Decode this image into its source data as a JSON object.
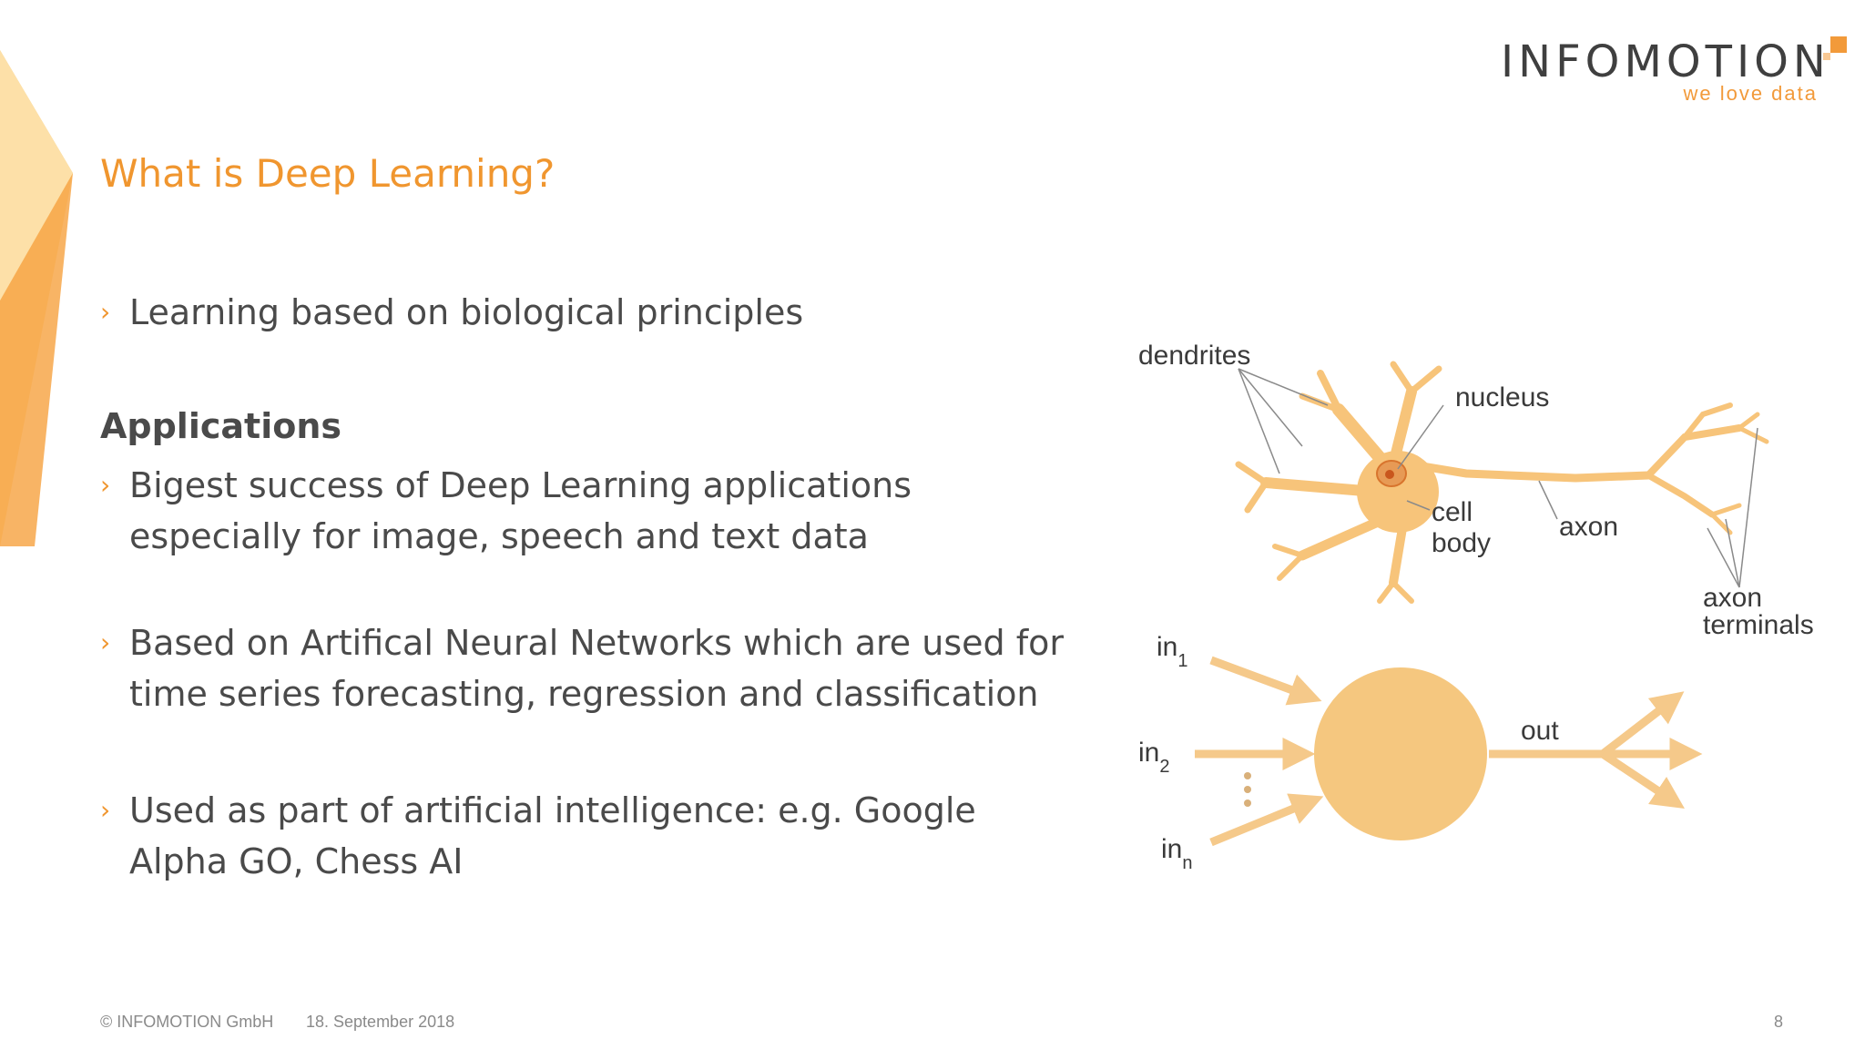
{
  "logo": {
    "name": "INFOMOTION",
    "tagline": "we love data"
  },
  "title": "What is Deep Learning?",
  "bullets_intro": [
    "Learning based on biological principles"
  ],
  "applications": {
    "heading": "Applications",
    "items": [
      {
        "line1": "Bigest success of Deep Learning applications",
        "line2": "especially for image, speech and text data"
      },
      {
        "line1": "Based on Artifical Neural Networks which are used for",
        "line2": "time series forecasting, regression and classification"
      },
      {
        "line1": "Used as part of artificial intelligence: e.g. Google",
        "line2": "Alpha GO, Chess AI"
      }
    ]
  },
  "bullet_marker": "›",
  "diagram": {
    "neuron_labels": {
      "dendrites": "dendrites",
      "nucleus": "nucleus",
      "cell": "cell",
      "body": "body",
      "axon": "axon",
      "axon_terminals_1": "axon",
      "axon_terminals_2": "terminals"
    },
    "model_labels": {
      "in": "in",
      "sub1": "1",
      "sub2": "2",
      "subn": "n",
      "out": "out"
    },
    "colors": {
      "neuron_fill": "#f7c47a",
      "nucleus": "#e07b35",
      "arrow": "#f5c98a",
      "node": "#f5c77f"
    }
  },
  "footer": {
    "copyright": "© INFOMOTION GmbH",
    "date": "18. September 2018",
    "page": "8"
  },
  "colors": {
    "accent": "#f0962f",
    "text": "#4a4a4a"
  }
}
